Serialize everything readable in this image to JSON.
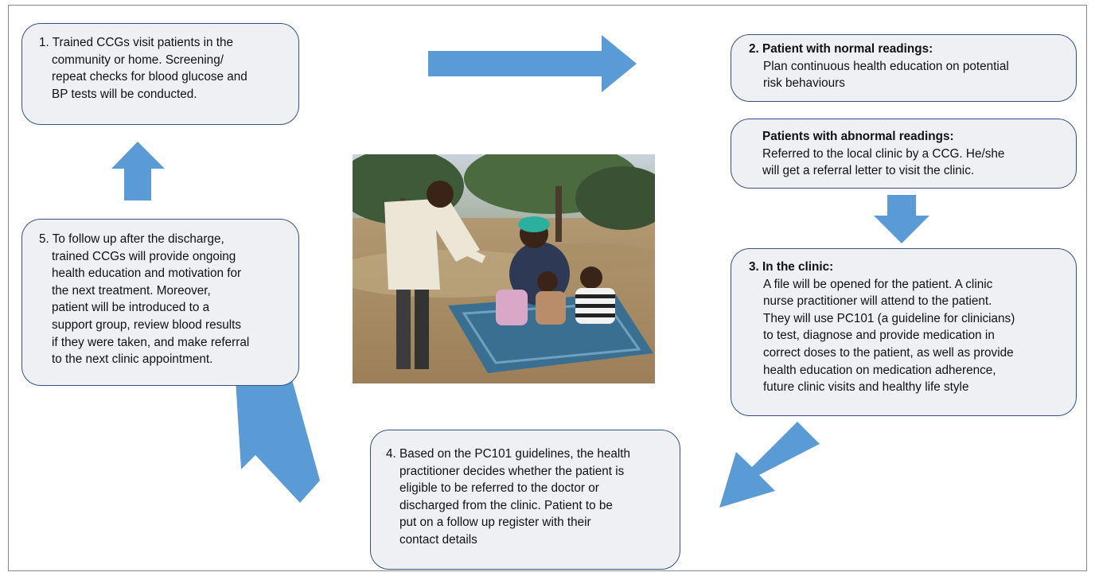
{
  "colors": {
    "arrow": "#5b9bd5",
    "box_border": "#3a4f82",
    "box_fill": "#eef0f3"
  },
  "steps": {
    "step1": {
      "lines": [
        "1. Trained CCGs visit patients in the",
        "community or home. Screening/",
        "repeat checks for blood glucose and",
        "BP tests will be conducted."
      ]
    },
    "step2": {
      "title": "2. Patient with normal readings:",
      "lines": [
        "Plan continuous health education on potential",
        "risk behaviours"
      ]
    },
    "abnormal": {
      "title": "Patients with abnormal readings:",
      "lines": [
        "Referred to the local clinic by a CCG. He/she",
        "will get a referral letter to visit the clinic."
      ]
    },
    "step3": {
      "title": "3. In the clinic:",
      "lines": [
        "A file will be opened for the patient. A clinic",
        "nurse practitioner will attend to the patient.",
        "They will use PC101 (a guideline for clinicians)",
        "to test, diagnose and provide medication in",
        "correct doses to the patient, as well as provide",
        "health education on medication adherence,",
        "future clinic visits and healthy life style"
      ]
    },
    "step4": {
      "lines": [
        "4. Based on the PC101 guidelines, the health",
        "practitioner decides whether the patient is",
        "eligible to be referred to the doctor or",
        "discharged from the clinic. Patient to be",
        "put on a follow up register with their",
        "contact details"
      ]
    },
    "step5": {
      "lines": [
        "5. To follow up after the discharge,",
        "trained CCGs will provide ongoing",
        "health education and motivation for",
        "the next treatment. Moreover,",
        "patient will be introduced to a",
        "support group, review blood results",
        "if they were taken, and make referral",
        "to the next clinic appointment."
      ]
    }
  }
}
